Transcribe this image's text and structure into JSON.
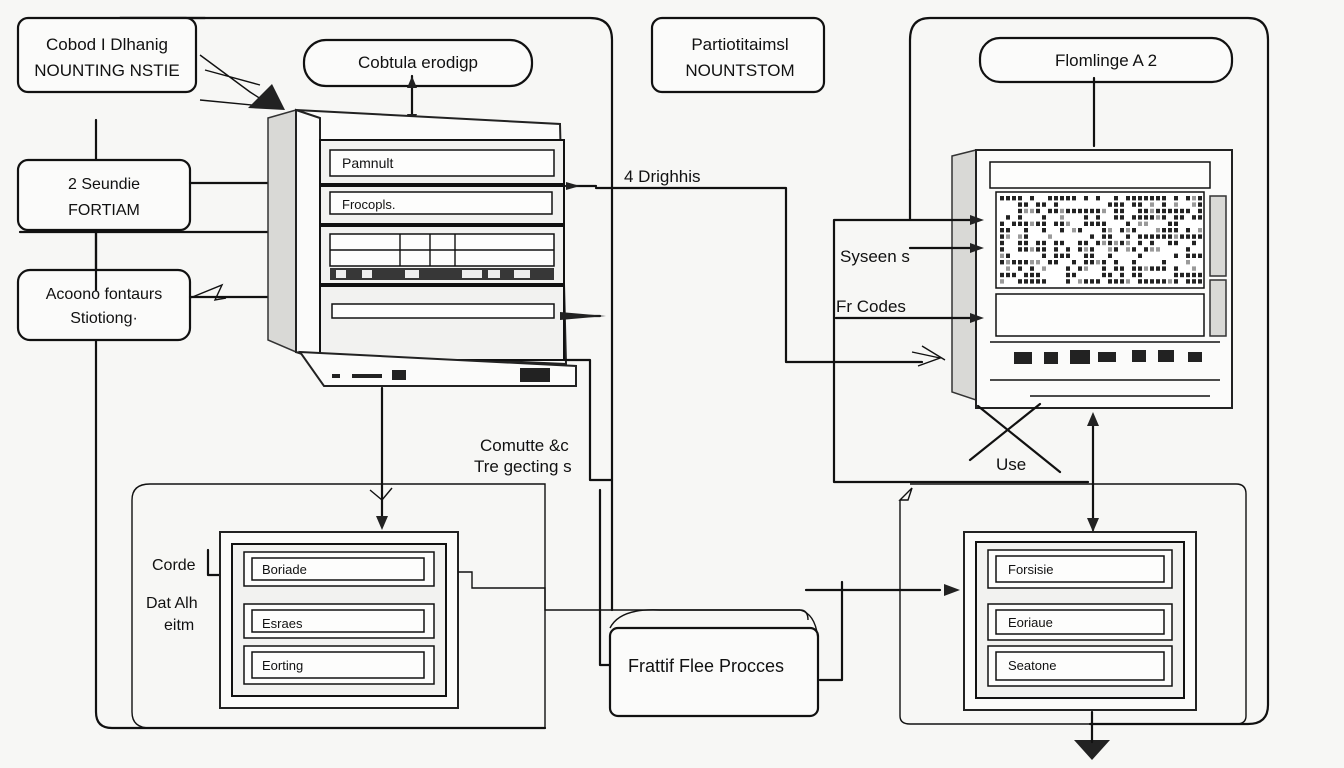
{
  "labels": {
    "top_left_box": [
      "Cobod I Dlhanig",
      "NOUNTING NSTIE"
    ],
    "left_box_1": [
      "2 Seundie",
      "FORTIAM"
    ],
    "left_box_2": [
      "Acoono fontaurs",
      "Stiotiong·"
    ],
    "top_pill_1": "Cobtula erodigp",
    "top_center_box": [
      "Partiotitaimsl",
      "NOUNTSTOM"
    ],
    "top_pill_2": "Flomlinge A 2",
    "server_slot_1": "Pamnult",
    "server_slot_2": "Frocopls.",
    "label_4_drights": "4 Drighhis",
    "label_syseens": "Syseen s",
    "label_codes": "Fr Codes",
    "label_compute": [
      "Comutte &c",
      "Tre gecting s"
    ],
    "label_use": "Use",
    "left_side_labels": [
      "Corde",
      "Dat Alh",
      "eitm"
    ],
    "left_panel_rows": [
      "Boriade",
      "Esraes",
      "Eorting"
    ],
    "center_box": "Frattif Flee Procces",
    "right_panel_rows": [
      "Forsisie",
      "Eoriaue",
      "Seatone"
    ]
  },
  "colors": {
    "ink": "#111111",
    "paper": "#f7f7f5",
    "panel": "#fbfbfa"
  }
}
